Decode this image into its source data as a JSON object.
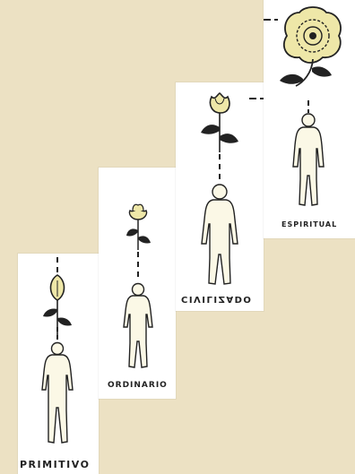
{
  "stages": [
    {
      "label": "PRIMITIVO"
    },
    {
      "label": "ORDINARIO"
    },
    {
      "label": "CIVILIZADO"
    },
    {
      "label": "ESPIRITUAL"
    }
  ],
  "colors": {
    "background": "#ece1c3",
    "card": "#ffffff",
    "ink": "#222222",
    "figure_fill": "#fbf8e6",
    "flower_fill": "#eee7a8"
  }
}
